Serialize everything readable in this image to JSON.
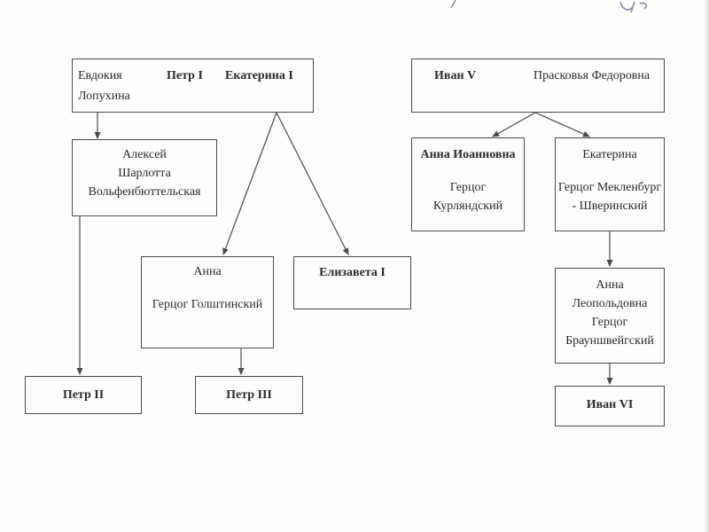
{
  "colors": {
    "line": "#4a4a4a",
    "text": "#2a2a2a",
    "paper": "#fdfdfb"
  },
  "tree": {
    "parents_left": {
      "evdokiya_line1": "Евдокия",
      "evdokiya_line2": "Лопухина",
      "peter1": "Петр I",
      "catherine1": "Екатерина I"
    },
    "parents_right": {
      "ivan5": "Иван V",
      "praskovya": "Прасковья Федоровна"
    },
    "alexei": [
      "Алексей",
      "Шарлотта",
      "Вольфенбюттельская"
    ],
    "anna_petrovna": {
      "name": "Анна",
      "spouse": "Герцог Голштинский"
    },
    "elizabeth": "Елизавета I",
    "anna_ioannovna": {
      "name": "Анна Иоанновна",
      "spouse": [
        "Герцог",
        "Курляндский"
      ]
    },
    "ekaterina_ivanovna": {
      "name": "Екатерина",
      "spouse": [
        "Герцог Мекленбург",
        "- Шверинский"
      ]
    },
    "anna_leopoldovna": [
      "Анна",
      "Леопольдовна",
      "Герцог",
      "Брауншвейгский"
    ],
    "peter2": "Петр II",
    "peter3": "Петр III",
    "ivan6": "Иван VI"
  }
}
